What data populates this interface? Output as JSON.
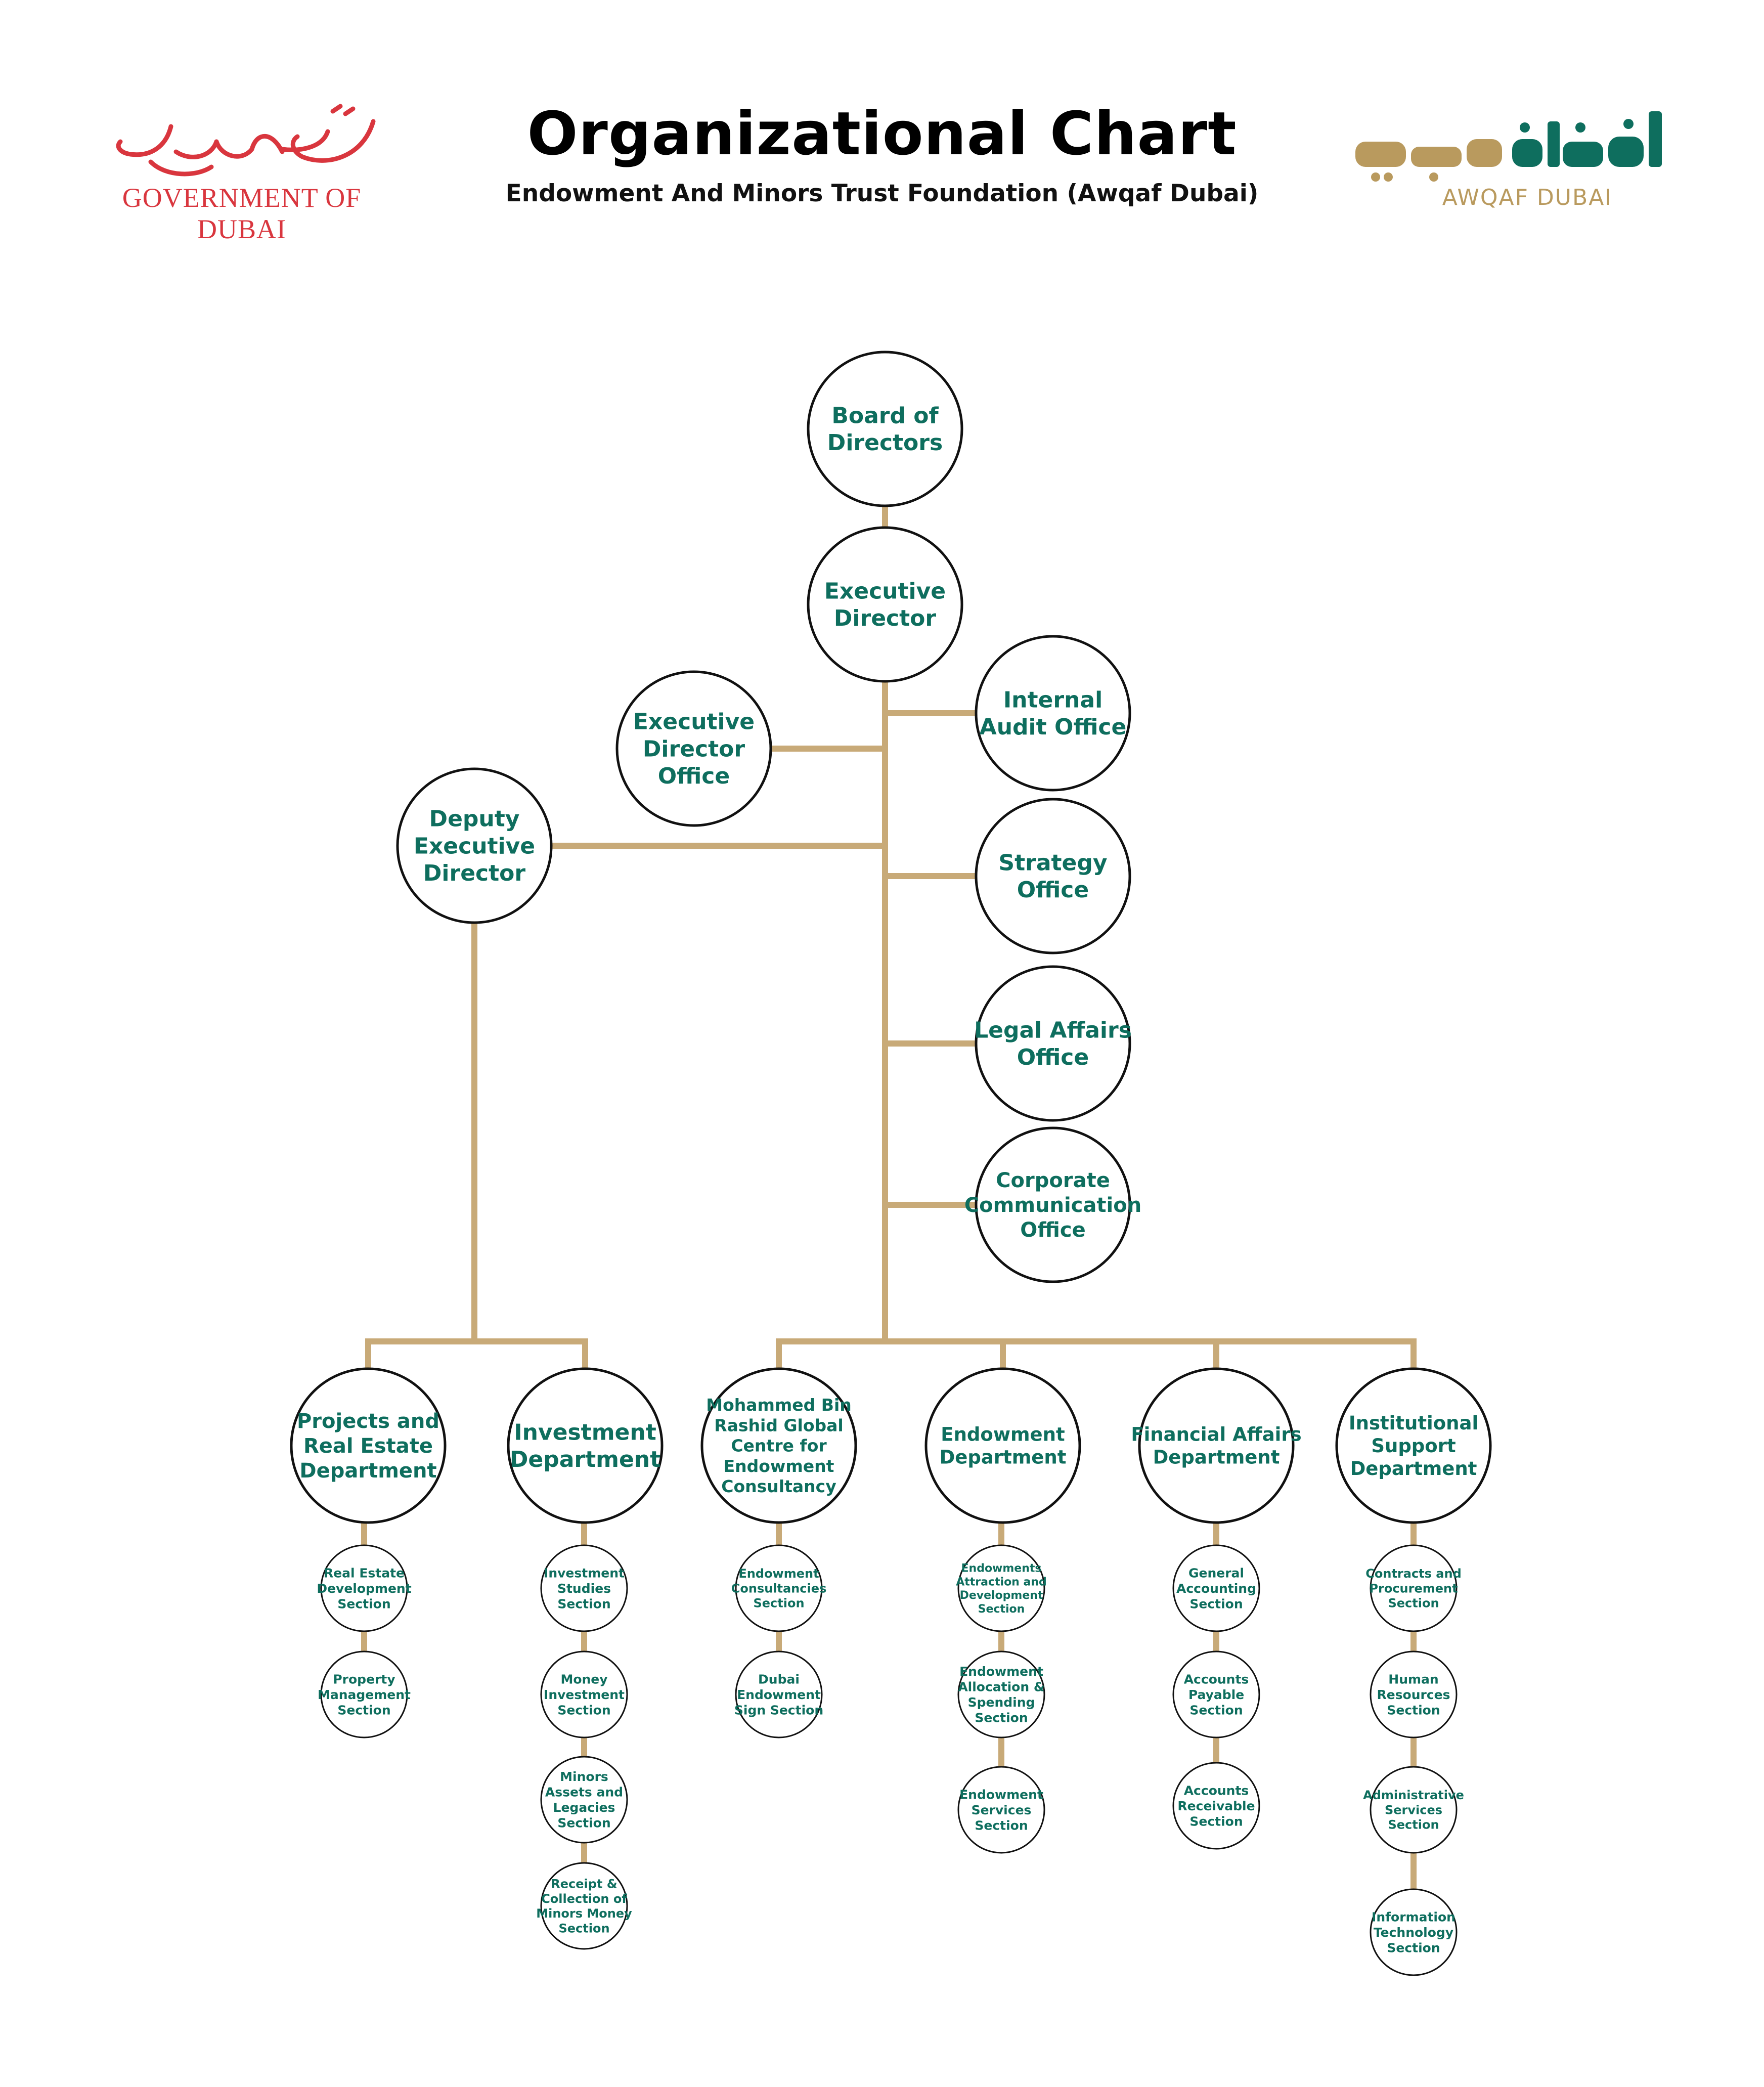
{
  "header": {
    "title": "Organizational Chart",
    "subtitle": "Endowment And Minors Trust Foundation (Awqaf Dubai)"
  },
  "logos": {
    "government": {
      "english": "GOVERNMENT OF DUBAI",
      "arabic": "حكومة دبي"
    },
    "awqaf": {
      "english": "AWQAF DUBAI",
      "arabic": "أوقاف دبي"
    }
  },
  "colors": {
    "connector": "#c8aa78",
    "node_text": "#0e6e5e",
    "government_red": "#d9363e",
    "awqaf_green": "#0e6e5e",
    "awqaf_gold": "#b99a5e"
  },
  "nodes": [
    {
      "id": "board",
      "label": "Board of Directors",
      "lines": [
        "Board of",
        "Directors"
      ]
    },
    {
      "id": "exec-director",
      "label": "Executive Director",
      "lines": [
        "Executive",
        "Director"
      ]
    },
    {
      "id": "exec-office",
      "label": "Executive Director Office",
      "lines": [
        "Executive",
        "Director",
        "Office"
      ]
    },
    {
      "id": "internal-audit",
      "label": "Internal Audit Office",
      "lines": [
        "Internal",
        "Audit Office"
      ]
    },
    {
      "id": "deputy",
      "label": "Deputy Executive Director",
      "lines": [
        "Deputy",
        "Executive",
        "Director"
      ]
    },
    {
      "id": "strategy",
      "label": "Strategy Office",
      "lines": [
        "Strategy",
        "Office"
      ]
    },
    {
      "id": "legal",
      "label": "Legal Affairs Office",
      "lines": [
        "Legal Affairs",
        "Office"
      ]
    },
    {
      "id": "corp-comm",
      "label": "Corporate Communication Office",
      "lines": [
        "Corporate",
        "Communication",
        "Office"
      ]
    },
    {
      "id": "projects",
      "label": "Projects and Real Estate Department",
      "lines": [
        "Projects and",
        "Real Estate",
        "Department"
      ]
    },
    {
      "id": "investment",
      "label": "Investment Department",
      "lines": [
        "Investment",
        "Department"
      ]
    },
    {
      "id": "mbr-centre",
      "label": "Mohammed Bin Rashid Global Centre for Endowment Consultancy",
      "lines": [
        "Mohammed Bin",
        "Rashid Global",
        "Centre for",
        "Endowment",
        "Consultancy"
      ]
    },
    {
      "id": "endowment",
      "label": "Endowment Department",
      "lines": [
        "Endowment",
        "Department"
      ]
    },
    {
      "id": "financial",
      "label": "Financial Affairs Department",
      "lines": [
        "Financial Affairs",
        "Department"
      ]
    },
    {
      "id": "institutional",
      "label": "Institutional Support Department",
      "lines": [
        "Institutional",
        "Support",
        "Department"
      ]
    },
    {
      "id": "re-dev",
      "label": "Real Estate Development Section",
      "lines": [
        "Real Estate",
        "Development",
        "Section"
      ]
    },
    {
      "id": "property-mgmt",
      "label": "Property Management Section",
      "lines": [
        "Property",
        "Management",
        "Section"
      ]
    },
    {
      "id": "inv-studies",
      "label": "Investment Studies Section",
      "lines": [
        "Investment",
        "Studies",
        "Section"
      ]
    },
    {
      "id": "money-inv",
      "label": "Money Investment Section",
      "lines": [
        "Money",
        "Investment",
        "Section"
      ]
    },
    {
      "id": "minors-assets",
      "label": "Minors Assets and Legacies Section",
      "lines": [
        "Minors",
        "Assets and",
        "Legacies",
        "Section"
      ]
    },
    {
      "id": "receipt-collection",
      "label": "Receipt & Collection of Minors Money Section",
      "lines": [
        "Receipt &",
        "Collection of",
        "Minors Money",
        "Section"
      ]
    },
    {
      "id": "endow-consult",
      "label": "Endowment Consultancies Section",
      "lines": [
        "Endowment",
        "Consultancies",
        "Section"
      ]
    },
    {
      "id": "dubai-endow-sign",
      "label": "Dubai Endowment Sign Section",
      "lines": [
        "Dubai",
        "Endowment",
        "Sign Section"
      ]
    },
    {
      "id": "endow-attraction",
      "label": "Endowments Attraction and Development Section",
      "lines": [
        "Endowments",
        "Attraction and",
        "Development",
        "Section"
      ]
    },
    {
      "id": "endow-allocation",
      "label": "Endowment Allocation & Spending Section",
      "lines": [
        "Endowment",
        "Allocation &",
        "Spending",
        "Section"
      ]
    },
    {
      "id": "endow-services",
      "label": "Endowment Services Section",
      "lines": [
        "Endowment",
        "Services",
        "Section"
      ]
    },
    {
      "id": "general-accounting",
      "label": "General Accounting Section",
      "lines": [
        "General",
        "Accounting",
        "Section"
      ]
    },
    {
      "id": "accounts-payable",
      "label": "Accounts Payable Section",
      "lines": [
        "Accounts",
        "Payable",
        "Section"
      ]
    },
    {
      "id": "accounts-receivable",
      "label": "Accounts Receivable Section",
      "lines": [
        "Accounts",
        "Receivable",
        "Section"
      ]
    },
    {
      "id": "contracts",
      "label": "Contracts and Procurement Section",
      "lines": [
        "Contracts and",
        "Procurement",
        "Section"
      ]
    },
    {
      "id": "hr",
      "label": "Human Resources Section",
      "lines": [
        "Human",
        "Resources",
        "Section"
      ]
    },
    {
      "id": "admin-services",
      "label": "Administrative Services Section",
      "lines": [
        "Administrative",
        "Services",
        "Section"
      ]
    },
    {
      "id": "it",
      "label": "Information Technology Section",
      "lines": [
        "Information",
        "Technology",
        "Section"
      ]
    }
  ],
  "edges": [
    [
      "board",
      "exec-director"
    ],
    [
      "exec-director",
      "exec-office"
    ],
    [
      "exec-director",
      "internal-audit"
    ],
    [
      "exec-director",
      "deputy"
    ],
    [
      "exec-director",
      "strategy"
    ],
    [
      "exec-director",
      "legal"
    ],
    [
      "exec-director",
      "corp-comm"
    ],
    [
      "deputy",
      "projects"
    ],
    [
      "deputy",
      "investment"
    ],
    [
      "exec-director",
      "mbr-centre"
    ],
    [
      "exec-director",
      "endowment"
    ],
    [
      "exec-director",
      "financial"
    ],
    [
      "exec-director",
      "institutional"
    ],
    [
      "projects",
      "re-dev"
    ],
    [
      "re-dev",
      "property-mgmt"
    ],
    [
      "investment",
      "inv-studies"
    ],
    [
      "inv-studies",
      "money-inv"
    ],
    [
      "money-inv",
      "minors-assets"
    ],
    [
      "minors-assets",
      "receipt-collection"
    ],
    [
      "mbr-centre",
      "endow-consult"
    ],
    [
      "endow-consult",
      "dubai-endow-sign"
    ],
    [
      "endowment",
      "endow-attraction"
    ],
    [
      "endow-attraction",
      "endow-allocation"
    ],
    [
      "endow-allocation",
      "endow-services"
    ],
    [
      "financial",
      "general-accounting"
    ],
    [
      "general-accounting",
      "accounts-payable"
    ],
    [
      "accounts-payable",
      "accounts-receivable"
    ],
    [
      "institutional",
      "contracts"
    ],
    [
      "contracts",
      "hr"
    ],
    [
      "hr",
      "admin-services"
    ],
    [
      "admin-services",
      "it"
    ]
  ]
}
